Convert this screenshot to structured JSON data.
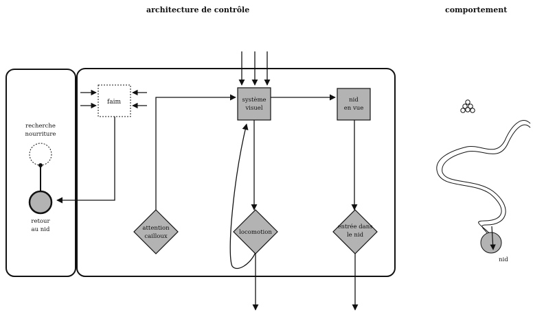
{
  "titles": {
    "architecture": "architecture de contrôle",
    "behaviour": "comportement"
  },
  "nodes": {
    "faim": "faim",
    "vision_l1": "système",
    "vision_l2": "visuel",
    "nest_view_l1": "nid",
    "nest_view_l2": "en vue",
    "food_l1": "recherche",
    "food_l2": "nourriture",
    "return_l1": "retour",
    "return_l2": "au nid",
    "pebble_l1": "attention",
    "pebble_l2": "cailloux",
    "locomotion": "locomotion",
    "enter_l1": "entrée dans",
    "enter_l2": "le nid"
  },
  "behaviour_panel": {
    "nest_label": "nid"
  },
  "colors": {
    "stroke": "#111111",
    "fill_grey": "#b3b3b3",
    "background": "#ffffff"
  }
}
